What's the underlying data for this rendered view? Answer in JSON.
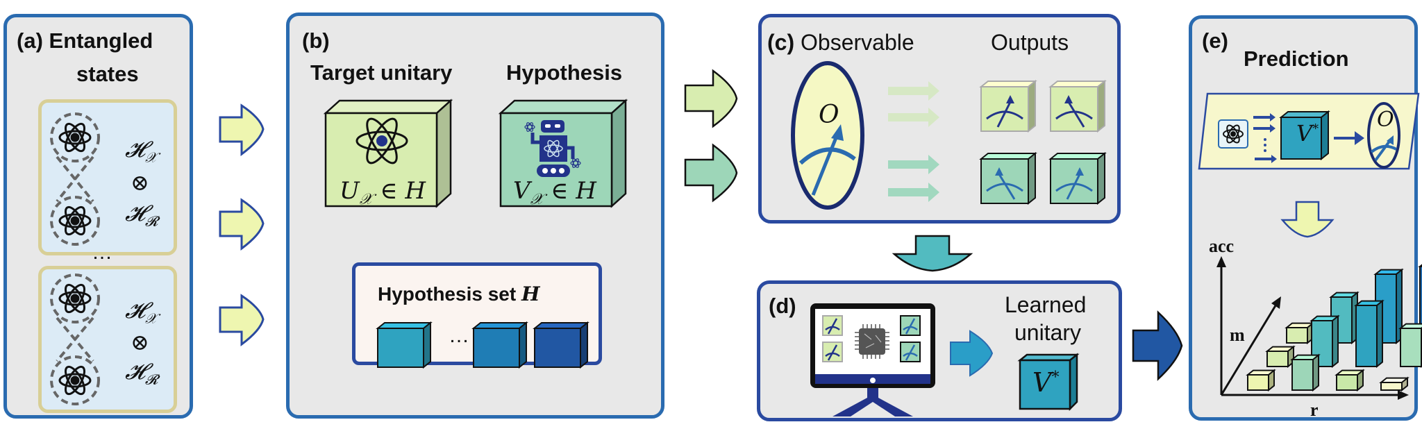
{
  "panels": {
    "a": {
      "label": "(a)",
      "title_line1": "Entangled",
      "title_line2": "states",
      "pairs": [
        {
          "top_space": "𝓗",
          "top_sub": "𝒳",
          "op": "⊗",
          "bottom_space": "𝓗",
          "bottom_sub": "𝓡"
        },
        {
          "top_space": "𝓗",
          "top_sub": "𝒳",
          "op": "⊗",
          "bottom_space": "𝓗",
          "bottom_sub": "𝓡"
        }
      ],
      "ellipsis": "…"
    },
    "b": {
      "label": "(b)",
      "target_title": "Target unitary",
      "hypothesis_title": "Hypothesis",
      "target_formula": "U",
      "target_sub": "𝒳",
      "target_rel": " ∈ H",
      "hypothesis_formula": "V",
      "hypothesis_sub": "𝒳",
      "hypothesis_rel": " ∈ H",
      "set_title": "Hypothesis set ",
      "set_symbol": "H",
      "set_ellipsis": "…",
      "cube_colors": [
        "#2fa3c0",
        "#1f7db5",
        "#2157a3"
      ]
    },
    "c": {
      "label": "(c)",
      "observable_title": "Observable",
      "outputs_title": "Outputs",
      "observable_symbol": "O"
    },
    "d": {
      "label": "(d)",
      "learned_line1": "Learned",
      "learned_line2": "unitary",
      "learned_symbol": "V",
      "learned_sup": "*"
    },
    "e": {
      "label": "(e)",
      "title": "Prediction",
      "pipeline_symbol": "V",
      "pipeline_sup": "*",
      "observable_symbol": "O",
      "axis_acc": "acc",
      "axis_m": "m",
      "axis_r": "r"
    }
  },
  "colors": {
    "panel_border": "#2a6bb0",
    "panel_fill": "#e8e8e8",
    "light_green": "#d8edb0",
    "mint": "#9dd6b8",
    "teal": "#4fb8c0",
    "blue": "#2157a3",
    "yellow": "#eef6b0"
  },
  "chart_data": {
    "type": "bar3d",
    "title": "",
    "xlabel": "r",
    "ylabel": "acc",
    "zlabel": "m",
    "note": "Schematic 3D bar chart; values are relative heights (arbitrary units) read from the illustration",
    "rows": [
      {
        "m_index": 0,
        "values": [
          1,
          2,
          1,
          0.5
        ]
      },
      {
        "m_index": 1,
        "values": [
          1,
          3,
          4,
          2.5
        ]
      },
      {
        "m_index": 2,
        "values": [
          1,
          3,
          4.5,
          5
        ]
      }
    ]
  }
}
